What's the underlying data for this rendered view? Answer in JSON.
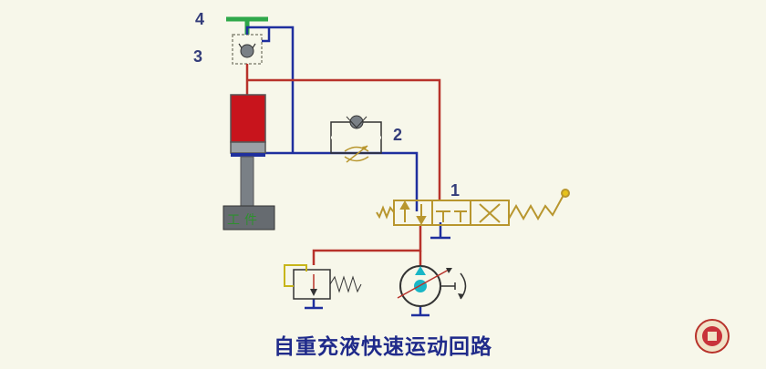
{
  "labels": {
    "valve_1": "1",
    "valve_2": "2",
    "valve_3": "3",
    "valve_4": "4",
    "workpiece": "工件"
  },
  "caption": "自重充液快速运动回路",
  "colors": {
    "background": "#f7f7ea",
    "pressure_line": "#b8322b",
    "return_line": "#1f2f9e",
    "cylinder_rod_chamber": "#c8141c",
    "valve_body": "#b8962e",
    "piston_rod": "#7a8086",
    "top_plate": "#2fa84a",
    "pump_center": "#19b6c6",
    "caption": "#1f2a8a",
    "label": "#333c7a"
  },
  "icons": {
    "valve_1": "directional-valve-4-3-icon",
    "valve_2": "throttle-check-valve-icon",
    "valve_3": "prefill-check-valve-icon",
    "pump": "variable-pump-icon",
    "relief": "relief-valve-icon",
    "logo": "university-seal-icon"
  }
}
